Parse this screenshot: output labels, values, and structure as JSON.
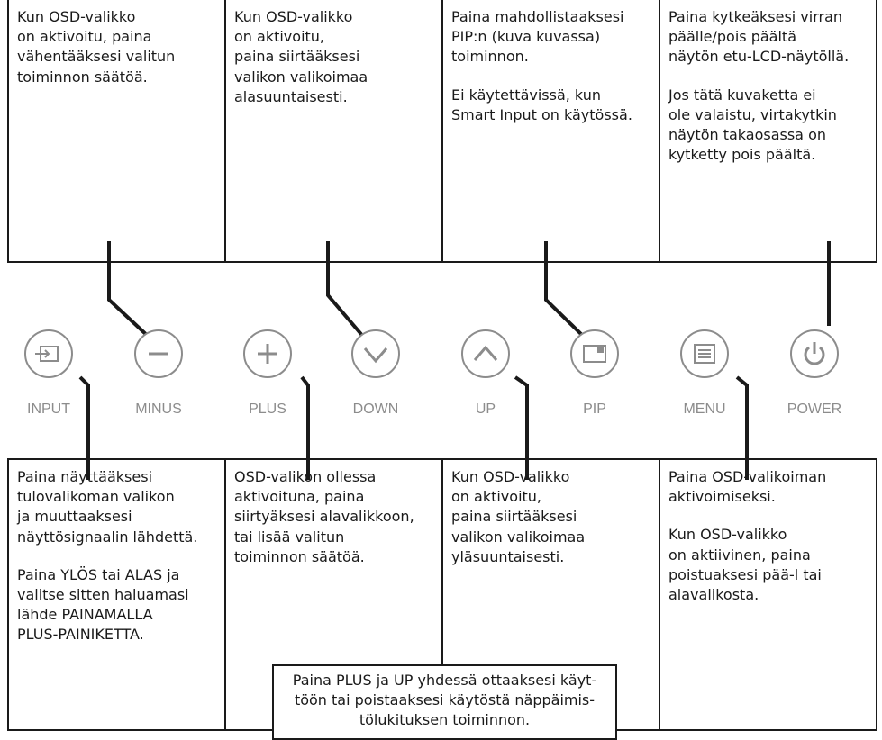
{
  "top_boxes": [
    {
      "paragraphs": [
        "Kun OSD-valikko\non aktivoitu, paina\nvähentääksesi valitun\ntoiminnon säätöä."
      ]
    },
    {
      "paragraphs": [
        "Kun OSD-valikko\non aktivoitu,\npaina siirtääksesi\nvalikon valikoimaa\nalasuuntaisesti."
      ]
    },
    {
      "paragraphs": [
        "Paina mahdollistaaksesi\nPIP:n (kuva kuvassa)\ntoiminnon.",
        "Ei käytettävissä, kun\nSmart Input on käytössä."
      ]
    },
    {
      "paragraphs": [
        "Paina kytkeäksesi virran\npäälle/pois päältä\nnäytön etu-LCD-näytöllä.",
        "Jos tätä kuvaketta ei\nole valaistu, virtakytkin\nnäytön takaosassa on\nkytketty pois päältä."
      ]
    }
  ],
  "buttons": [
    {
      "label": "INPUT",
      "icon": "input-icon"
    },
    {
      "label": "MINUS",
      "icon": "minus-icon"
    },
    {
      "label": "PLUS",
      "icon": "plus-icon"
    },
    {
      "label": "DOWN",
      "icon": "chevron-down-icon"
    },
    {
      "label": "UP",
      "icon": "chevron-up-icon"
    },
    {
      "label": "PIP",
      "icon": "pip-icon"
    },
    {
      "label": "MENU",
      "icon": "menu-icon"
    },
    {
      "label": "POWER",
      "icon": "power-icon"
    }
  ],
  "bottom_boxes": [
    {
      "paragraphs": [
        "Paina näyttääksesi\ntulovalikoman valikon\nja muuttaaksesi\nnäyttösignaalin lähdettä.",
        "Paina YLÖS tai ALAS ja\nvalitse sitten haluamasi\nlähde PAINAMALLA\nPLUS-PAINIKETTA."
      ]
    },
    {
      "paragraphs": [
        "OSD-valikon ollessa\naktivoituna, paina\nsiirtyäksesi alavalikkoon,\ntai lisää valitun\ntoiminnon säätöä."
      ]
    },
    {
      "paragraphs": [
        "Kun OSD-valikko\non aktivoitu,\npaina siirtääksesi\nvalikon valikoimaa\nyläsuuntaisesti."
      ]
    },
    {
      "paragraphs": [
        "Paina OSD-valikoiman\naktivoimiseksi.",
        "Kun OSD-valikko\non aktiivinen, paina\npoistuaksesi pää-l tai\nalavalikosta."
      ]
    }
  ],
  "note": "Paina PLUS ja UP yhdessä ottaaksesi käyt-\ntöön tai poistaaksesi käytöstä näppäimis-\ntölukituksen toiminnon.",
  "colors": {
    "line": "#1a1a1a",
    "button": "#8c8c8c"
  }
}
